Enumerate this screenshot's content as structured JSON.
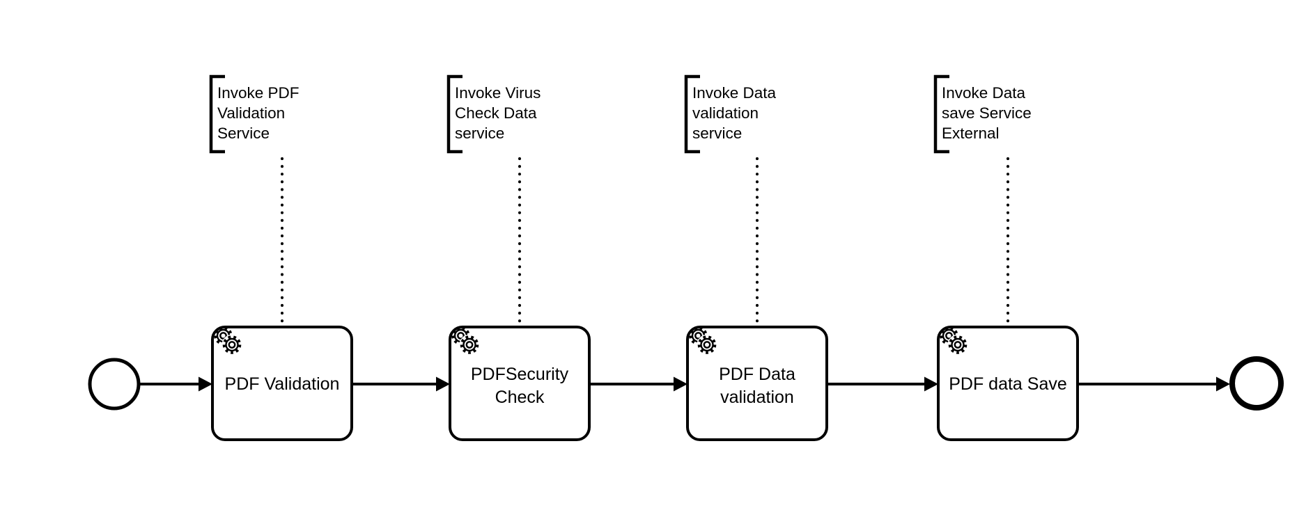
{
  "diagram": {
    "colors": {
      "stroke": "#000000",
      "background": "#ffffff"
    },
    "start_event": {
      "label": ""
    },
    "end_event": {
      "label": ""
    },
    "tasks": [
      {
        "icon": "service-gear-icon",
        "lines": [
          "PDF Validation"
        ]
      },
      {
        "icon": "service-gear-icon",
        "lines": [
          "PDFSecurity",
          "Check"
        ]
      },
      {
        "icon": "service-gear-icon",
        "lines": [
          "PDF Data",
          "validation"
        ]
      },
      {
        "icon": "service-gear-icon",
        "lines": [
          "PDF data Save"
        ]
      }
    ],
    "annotations": [
      {
        "lines": [
          "Invoke PDF",
          "Validation",
          "Service"
        ]
      },
      {
        "lines": [
          "Invoke Virus",
          "Check Data",
          "service"
        ]
      },
      {
        "lines": [
          "Invoke Data",
          "validation",
          "service"
        ]
      },
      {
        "lines": [
          "Invoke Data",
          "save Service",
          "External"
        ]
      }
    ]
  }
}
